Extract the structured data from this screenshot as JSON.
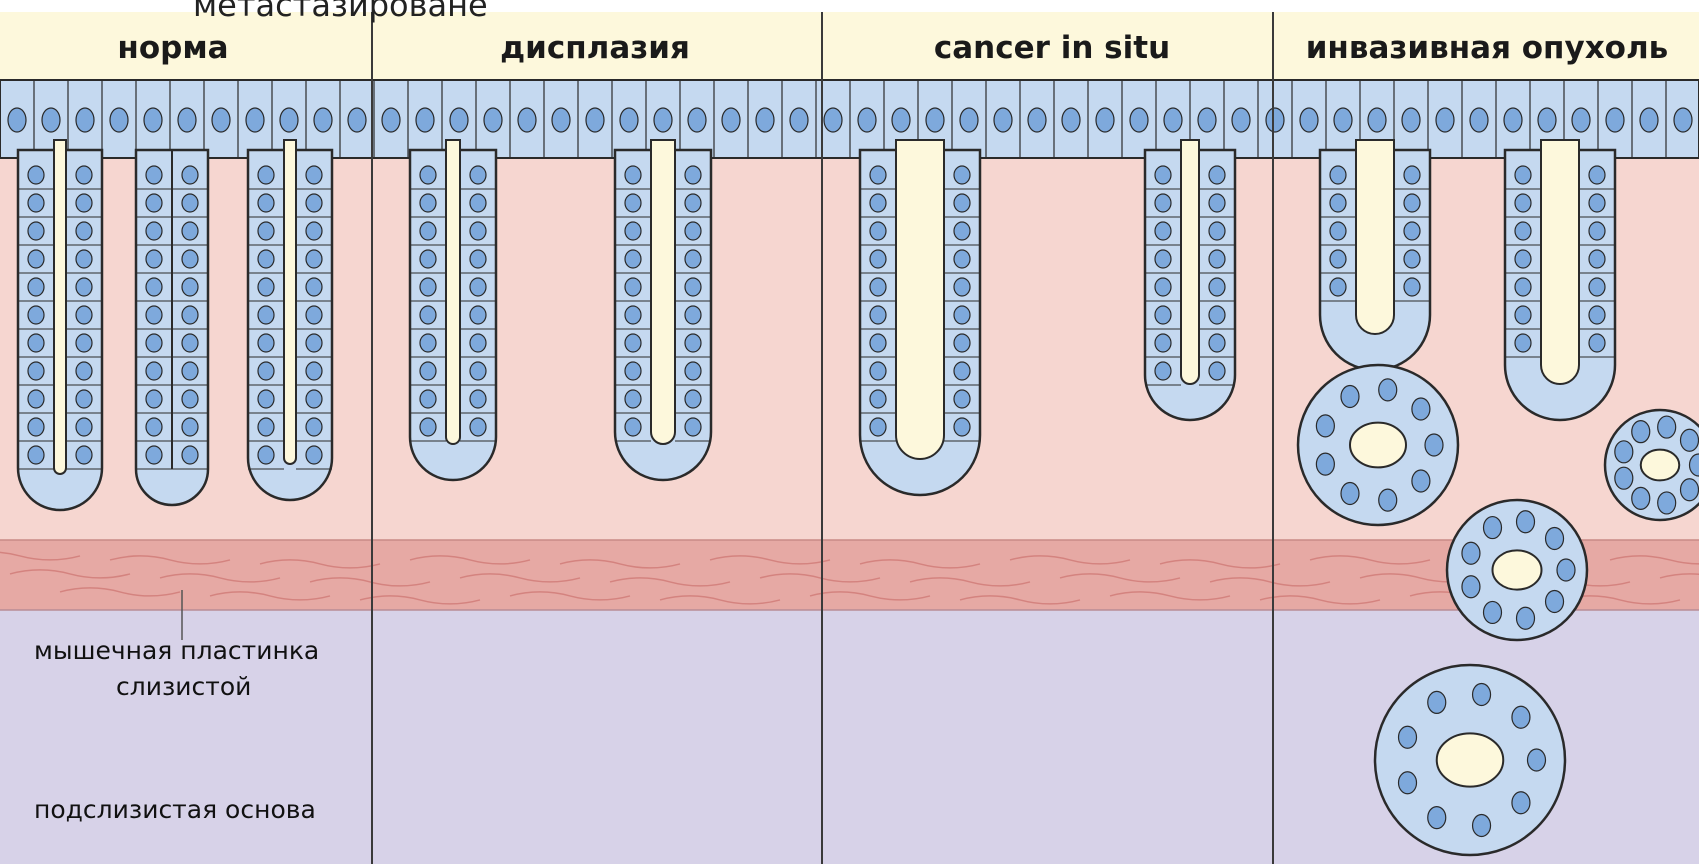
{
  "overlay_title": "метастазироване",
  "stages": [
    {
      "label": "норма"
    },
    {
      "label": "дисплазия"
    },
    {
      "label": "cancer in situ"
    },
    {
      "label": "инвазивная опухоль"
    }
  ],
  "annotations": {
    "muscularis_line1": "мышечная пластинка",
    "muscularis_line2": "слизистой",
    "submucosa": "подслизистая основа"
  },
  "colors": {
    "lumen": "#fdf8dc",
    "mucosa": "#f6d6d0",
    "muscularis": "#e6a9a4",
    "muscle_fiber": "#d4837f",
    "submucosa": "#d7d2e8",
    "cell_fill": "#c5d9f0",
    "nucleus": "#7ea9dc",
    "outline": "#2a2a2a",
    "divider": "#3a3a3a"
  }
}
